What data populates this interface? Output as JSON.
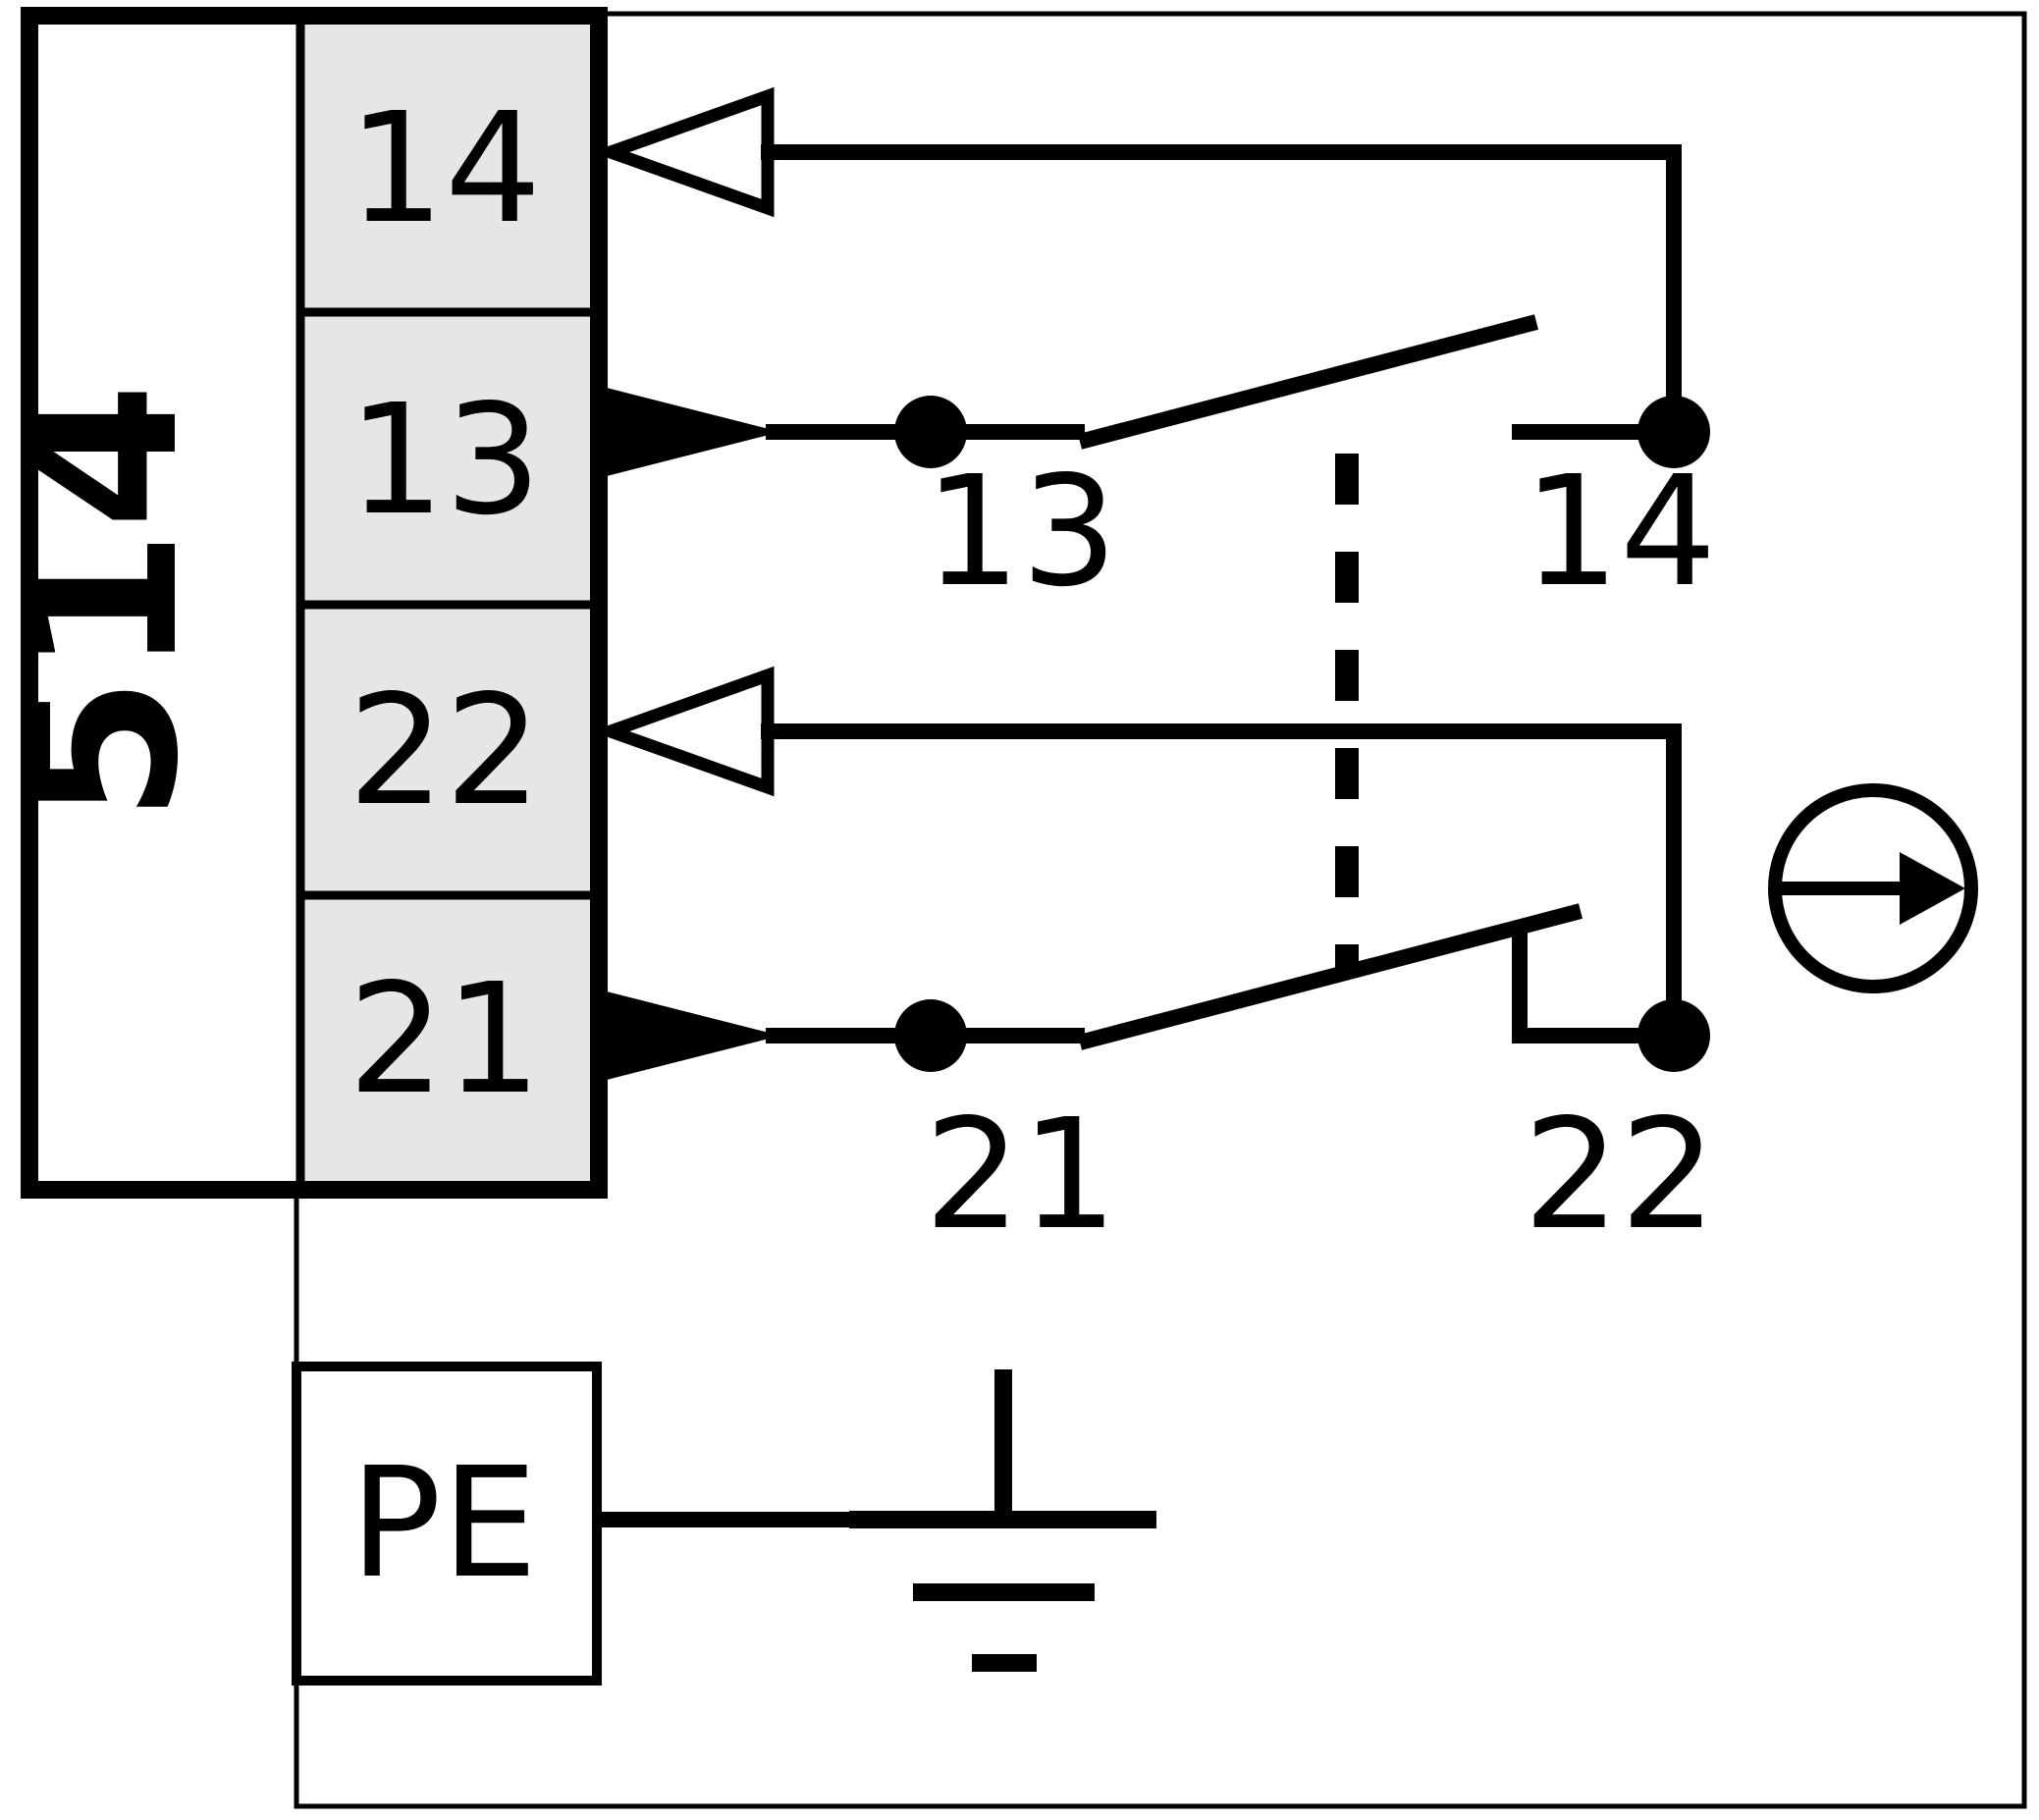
{
  "device": {
    "series_label": "514",
    "description": "Switch wiring diagram"
  },
  "terminals": {
    "t14": "14",
    "t13": "13",
    "t22": "22",
    "t21": "21",
    "pe": "PE"
  },
  "contacts": {
    "no": {
      "type": "NO",
      "left_label": "13",
      "right_label": "14"
    },
    "nc": {
      "type": "NC",
      "left_label": "21",
      "right_label": "22"
    }
  },
  "colors": {
    "line": "#000000",
    "terminal_fill": "#e6e6e6",
    "background": "#ffffff"
  },
  "icons": {
    "output_arrow": "open-left-arrow",
    "input_arrow": "filled-right-arrow",
    "linkage": "dashed-mechanical-linkage",
    "ground": "earth-ground",
    "actuation": "circle-arrow-right"
  }
}
